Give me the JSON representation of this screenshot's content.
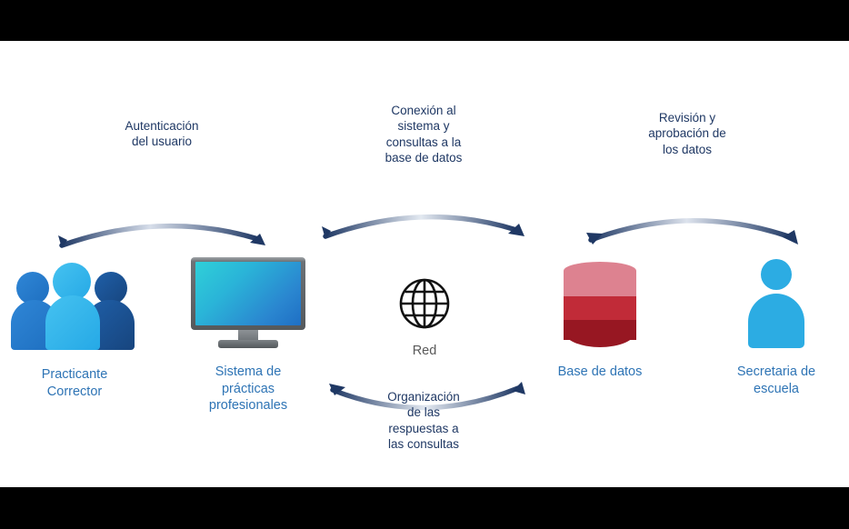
{
  "slide": {
    "background_color": "#FFFFFF",
    "letterbox_color": "#000000",
    "arrow_label_color": "#1F3864",
    "node_label_color": "#2E74B5",
    "network_label_color": "#595959"
  },
  "nodes": [
    {
      "id": "practicante",
      "icon": "people-icon",
      "label": "Practicante\nCorrector",
      "label_color": "#2E74B5"
    },
    {
      "id": "sistema",
      "icon": "monitor-icon",
      "label": "Sistema de\nprácticas\nprofesionales",
      "label_color": "#2E74B5"
    },
    {
      "id": "red",
      "icon": "globe-icon",
      "label": "Red",
      "label_color": "#595959"
    },
    {
      "id": "base-de-datos",
      "icon": "database-icon",
      "label": "Base de datos",
      "label_color": "#2E74B5"
    },
    {
      "id": "secretaria",
      "icon": "person-icon",
      "label": "Secretaria de\nescuela",
      "label_color": "#2E74B5"
    }
  ],
  "connectors": [
    {
      "id": "auth",
      "label": "Autenticación\ndel usuario",
      "direction": "right",
      "from": "practicante",
      "to": "sistema"
    },
    {
      "id": "conexion",
      "label": "Conexión al\nsistema y\nconsultas a la\nbase de datos",
      "direction": "right",
      "from": "sistema",
      "to": "red"
    },
    {
      "id": "organizacion",
      "label": "Organización\nde las\nrespuestas a\nlas consultas",
      "direction": "left",
      "from": "red",
      "to": "sistema"
    },
    {
      "id": "revision",
      "label": "Revisión y\naprobación de\nlos datos",
      "direction": "both",
      "from": "base-de-datos",
      "to": "secretaria"
    }
  ]
}
